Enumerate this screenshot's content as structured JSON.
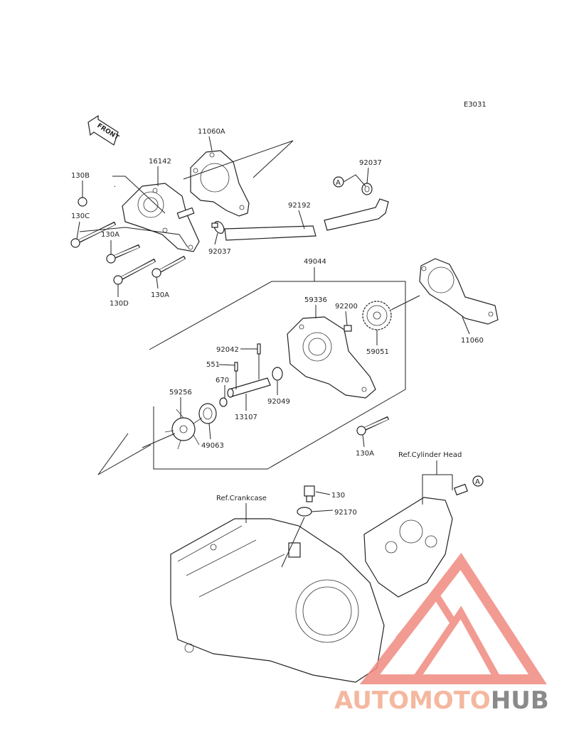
{
  "diagram_code": "E3031",
  "front_label": "FRONT",
  "ref_labels": {
    "cylinder_head": "Ref.Cylinder Head",
    "crankcase": "Ref.Crankcase"
  },
  "callout_letter": "A",
  "part_labels": {
    "p11060A": "11060A",
    "p16142": "16142",
    "p130B": "130B",
    "p130C": "130C",
    "p130A_1": "130A",
    "p130D": "130D",
    "p130A_2": "130A",
    "p92037_1": "92037",
    "p92037_2": "92037",
    "p92192": "92192",
    "p49044": "49044",
    "p59336": "59336",
    "p92200": "92200",
    "p59051": "59051",
    "p11060": "11060",
    "p92042": "92042",
    "p551": "551",
    "p670": "670",
    "p59256": "59256",
    "p13107": "13107",
    "p92049": "92049",
    "p49063": "49063",
    "p130A_3": "130A",
    "p130": "130",
    "p92170": "92170"
  },
  "watermark": {
    "part1": "AUTOMOTO",
    "part2": "HUB",
    "color1": "#f4b8a0",
    "color2": "#8a8a8a",
    "logo_color": "#f08a80"
  }
}
